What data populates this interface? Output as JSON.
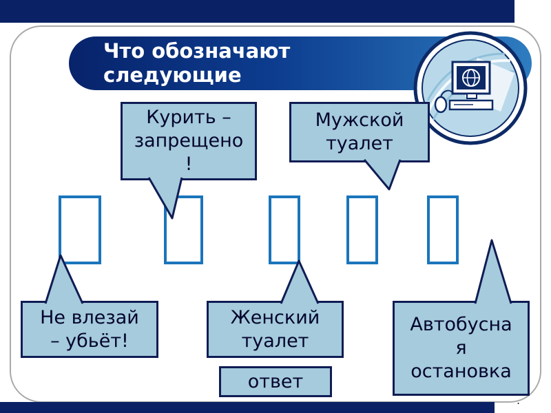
{
  "header": {
    "title": "Что обозначают\nследующие"
  },
  "emblem": {
    "icon": "computer-with-globe-icon"
  },
  "signs": {
    "placeholder_count": 5,
    "placeholder_style": "empty-glyph-box"
  },
  "callouts": [
    {
      "name": "smoking-prohibited",
      "text": "Курить –\nзапрещено\n!"
    },
    {
      "name": "mens-toilet",
      "text": "Мужской\nтуалет"
    },
    {
      "name": "dont-climb-kills",
      "text": "Не влезай\n– убьёт!"
    },
    {
      "name": "womens-toilet",
      "text": "Женский\nтуалет"
    },
    {
      "name": "bus-stop",
      "text": "Автобусна\nя\nостановка"
    }
  ],
  "answer_button": {
    "label": "ответ"
  },
  "footer": {
    "dot": "."
  },
  "colors": {
    "navy_bar": "#0a2265",
    "banner_gradient_start": "#07236b",
    "banner_gradient_end": "#2e7cc0",
    "callout_fill": "#a5cbdc",
    "callout_border": "#101c54",
    "callout_text": "#05052e",
    "placeholder_border": "#1b75bb",
    "title_text": "#ffffff"
  }
}
